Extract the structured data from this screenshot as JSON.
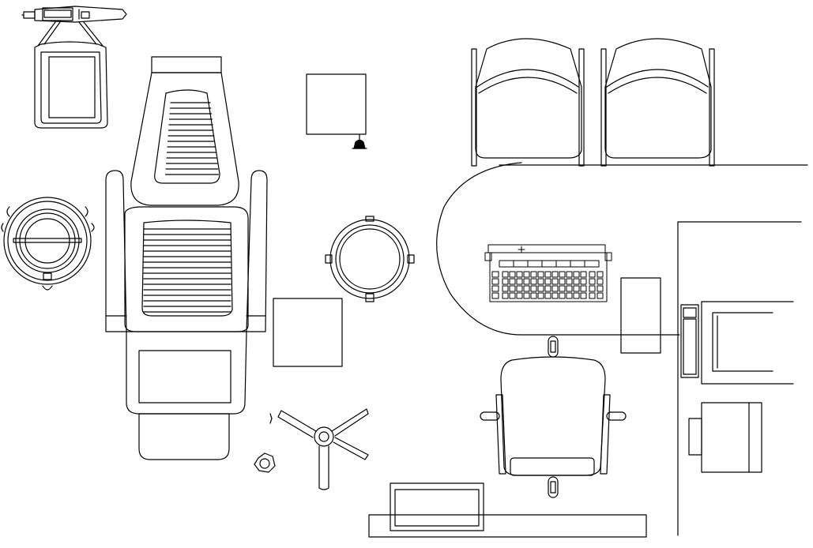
{
  "drawing": {
    "background": "#ffffff",
    "line_color": "#000000"
  },
  "objects": [
    {
      "name": "dental-light-arm",
      "icon": "dental-lamp-icon"
    },
    {
      "name": "dental-chair",
      "icon": "dental-chair-icon"
    },
    {
      "name": "cuspidor-bowl",
      "icon": "spittoon-icon"
    },
    {
      "name": "doctor-stool",
      "icon": "round-stool-icon"
    },
    {
      "name": "instrument-tray",
      "icon": "square-tray-icon"
    },
    {
      "name": "side-cabinet",
      "icon": "square-cabinet-icon"
    },
    {
      "name": "five-star-base",
      "icon": "caster-base-icon"
    },
    {
      "name": "foot-control",
      "icon": "hex-pedal-icon"
    },
    {
      "name": "waiting-chair-1",
      "icon": "armchair-icon"
    },
    {
      "name": "waiting-chair-2",
      "icon": "armchair-icon"
    },
    {
      "name": "reception-desk",
      "icon": "curved-desk-icon"
    },
    {
      "name": "keyboard",
      "icon": "keyboard-icon"
    },
    {
      "name": "office-chair",
      "icon": "office-chair-icon"
    },
    {
      "name": "monitor",
      "icon": "monitor-icon"
    },
    {
      "name": "cpu-tower",
      "icon": "tower-icon"
    },
    {
      "name": "printer",
      "icon": "printer-icon"
    },
    {
      "name": "document-tray",
      "icon": "paper-tray-icon"
    },
    {
      "name": "floor-shelf",
      "icon": "shelf-icon"
    }
  ]
}
